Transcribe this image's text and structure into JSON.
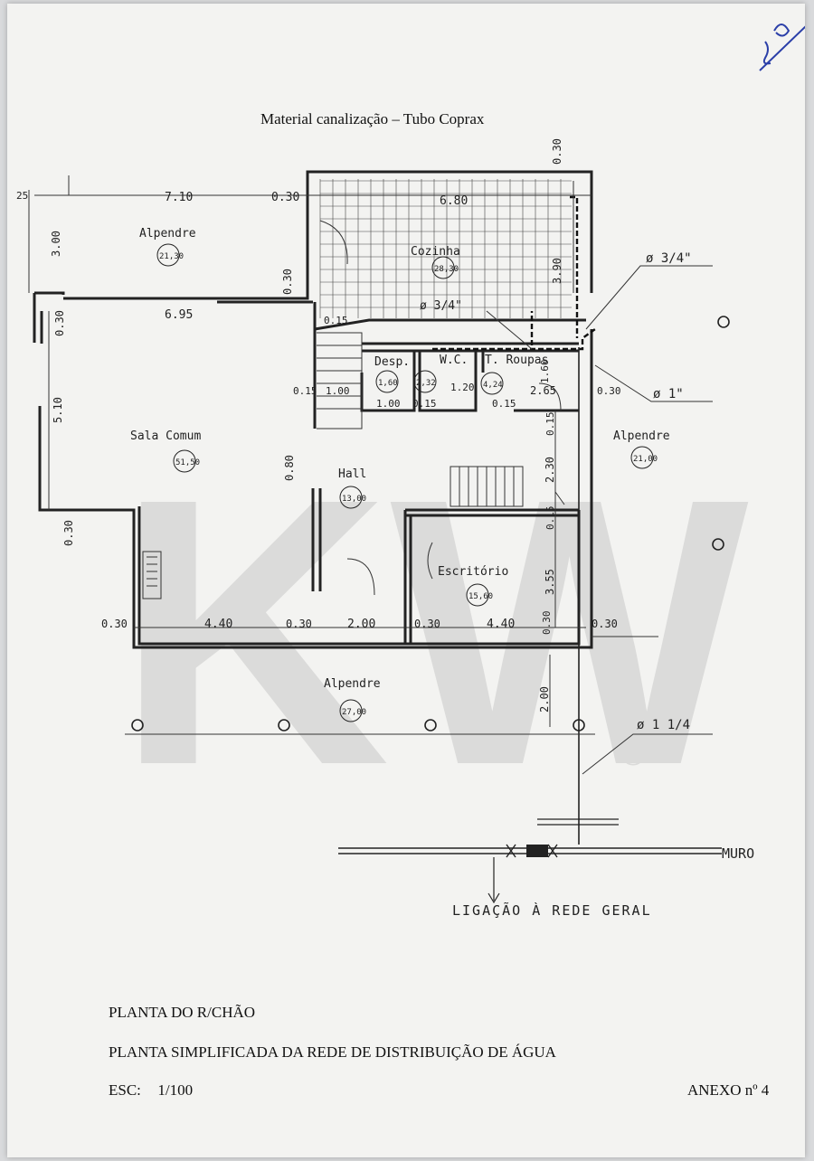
{
  "header": {
    "material_note": "Material canalização – Tubo Coprax"
  },
  "footer": {
    "plan_title": "PLANTA DO R/CHÃO",
    "plan_subtitle": "PLANTA SIMPLIFICADA DA REDE DE DISTRIBUIÇÃO DE ÁGUA",
    "scale_label": "ESC:",
    "scale_value": "1/100",
    "annex": "ANEXO nº 4"
  },
  "rooms": {
    "alpendre_nw": {
      "name": "Alpendre",
      "area": "21,30"
    },
    "cozinha": {
      "name": "Cozinha",
      "area": "28,30"
    },
    "sala": {
      "name": "Sala Comum",
      "area": "51,50"
    },
    "desp": {
      "name": "Desp.",
      "area": "1,60"
    },
    "wc": {
      "name": "W.C.",
      "area": "2,32"
    },
    "troupas": {
      "name": "T. Roupas",
      "area": "4,24"
    },
    "hall": {
      "name": "Hall",
      "area": "13,00"
    },
    "alpendre_e": {
      "name": "Alpendre",
      "area": "21,00"
    },
    "escritorio": {
      "name": "Escritório",
      "area": "15,60"
    },
    "alpendre_s": {
      "name": "Alpendre",
      "area": "27,00"
    }
  },
  "dims": {
    "d7_10": "7.10",
    "d0_30a": "0.30",
    "d6_80": "6.80",
    "d0_30top": "0.30",
    "d25": "25",
    "d3_00": "3.00",
    "d0_30b": "0.30",
    "d6_95": "6.95",
    "d0_30c": "0.30",
    "d3_90": "3.90",
    "d0_15a": "0.15",
    "d5_10": "5.10",
    "d0_15b": "0.15",
    "d1_00a": "1.00",
    "d1_00b": "1.00",
    "d0_15c": "0.15",
    "d1_20": "1.20",
    "d0_15d": "0.15",
    "d2_65": "2.65",
    "d1_60": "1.60",
    "d0_30d": "0.30",
    "d0_80": "0.80",
    "d0_15e": "0.15",
    "d2_30": "2.30",
    "d0_15f": "0.15",
    "d0_30e": "0.30",
    "d3_55": "3.55",
    "d0_30f": "0.30",
    "d4_40a": "4.40",
    "d0_30g": "0.30",
    "d2_00a": "2.00",
    "d0_30h": "0.30",
    "d4_40b": "4.40",
    "d0_30i": "0.30",
    "d0_30j": "0.30",
    "d2_00b": "2.00"
  },
  "pipes": {
    "p34a": "ø 3/4\"",
    "p34b": "ø 3/4\"",
    "p1": "ø 1\"",
    "p114": "ø 1 1/4"
  },
  "labels": {
    "muro": "MURO",
    "ligacao": "LIGAÇÃO À REDE GERAL"
  },
  "watermark": {
    "text": "KW",
    "registered": "®",
    "color": "#c9c9c9"
  }
}
